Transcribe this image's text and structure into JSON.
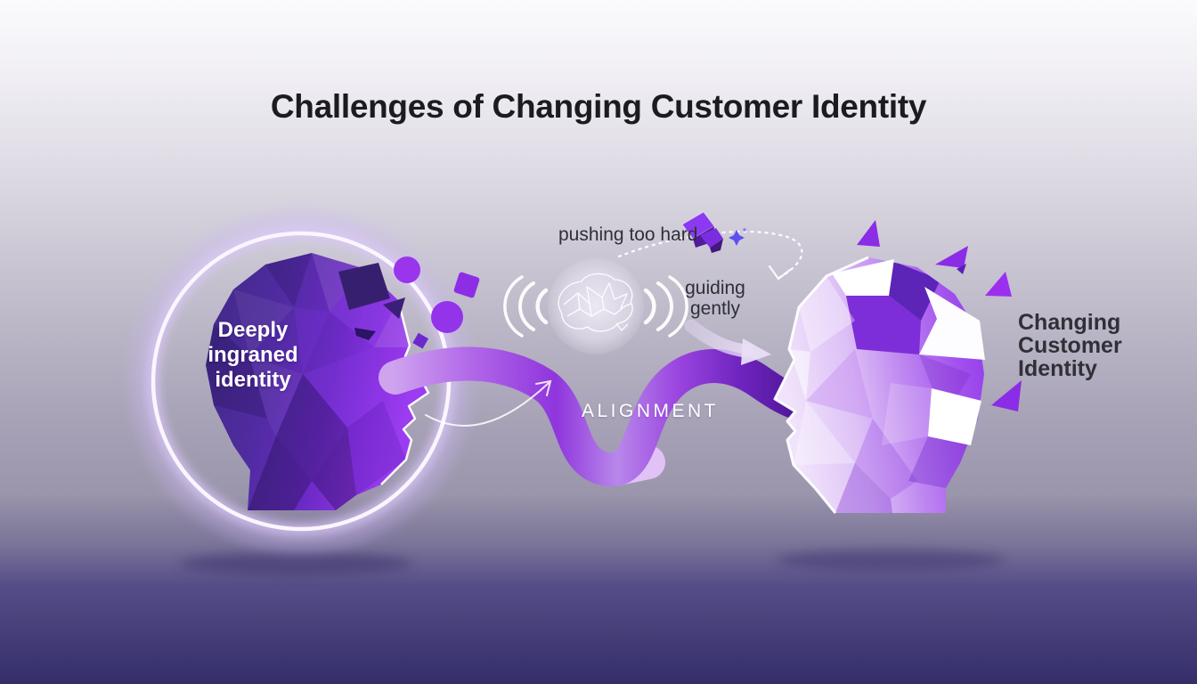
{
  "title": "Challenges of Changing Customer Identity",
  "left_head": {
    "label_lines": [
      "Deeply",
      "ingraned",
      "identity"
    ]
  },
  "center": {
    "pushing_label": "pushing too hard",
    "guiding_lines": [
      "guiding",
      "gently"
    ],
    "alignment_label": "ALIGNMENT",
    "icons": [
      "brain-icon",
      "sound-waves-icon",
      "sparkle-icon",
      "dashed-arrow-icon",
      "guide-arrow-icon",
      "cube-fragments-icon",
      "glow-ring",
      "flow-ribbon"
    ]
  },
  "right_head": {
    "label_lines": [
      "Changing",
      "Customer",
      "Identity"
    ]
  },
  "colors": {
    "background_top": "#fbfbfd",
    "background_mid": "#a59fb6",
    "background_band": "#3a3471",
    "head_left_dark": "#3f2a85",
    "head_left_accent": "#9b3cf0",
    "head_right_light": "#f0e3fb",
    "head_right_accent": "#8f38e8",
    "ribbon_light": "#cfa4ef",
    "ribbon_dark": "#4c1694",
    "ring_glow": "#d6c2f5",
    "fragment_purple": "#8b2ce6",
    "text_dark": "#2f2f38",
    "text_light": "#ffffff"
  }
}
